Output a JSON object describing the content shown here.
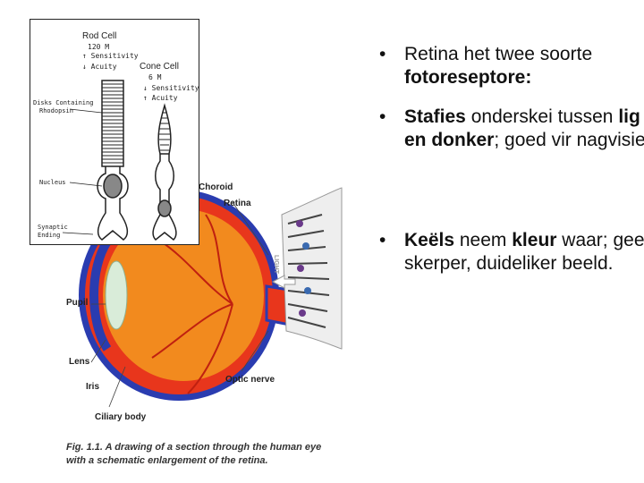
{
  "inset": {
    "rod_title": "Rod Cell",
    "rod_count": "120 M",
    "rod_sensitivity": "↑ Sensitivity",
    "rod_acuity": "↓ Acuity",
    "cone_title": "Cone Cell",
    "cone_count": "6 M",
    "cone_sensitivity": "↓ Sensitivity",
    "cone_acuity": "↑ Acuity",
    "label_disks": "Disks Containing",
    "label_rhodopsin": "Rhodopsin",
    "label_nucleus": "Nucleus",
    "label_synaptic": "Synaptic",
    "label_ending": "Ending"
  },
  "eye": {
    "label_choroid": "Choroid",
    "label_retina": "Retina",
    "label_pupil": "Pupil",
    "label_lens": "Lens",
    "label_iris": "Iris",
    "label_ciliary": "Ciliary body",
    "label_optic": "Optic nerve",
    "label_light": "LIGHT",
    "caption_line1": "Fig. 1.1. A drawing of a section through the human eye",
    "caption_line2": "with a schematic enlargement of the retina."
  },
  "bullets": {
    "b1_part1": "Retina het twee soorte",
    "b1_part2": "fotoreseptore:",
    "b2_part1": "Stafies",
    "b2_part2": " onderskei tussen ",
    "b2_part3": "lig en donker",
    "b2_part4": "; goed vir nagvisie.",
    "b3_part1": "Keëls",
    "b3_part2": " neem ",
    "b3_part3": "kleur",
    "b3_part4": " waar; gee skerper, duideliker beeld."
  },
  "colors": {
    "eye_red": "#e8361c",
    "eye_orange": "#f28a1e",
    "eye_blue": "#2233aa",
    "retina_grey": "#666666"
  }
}
